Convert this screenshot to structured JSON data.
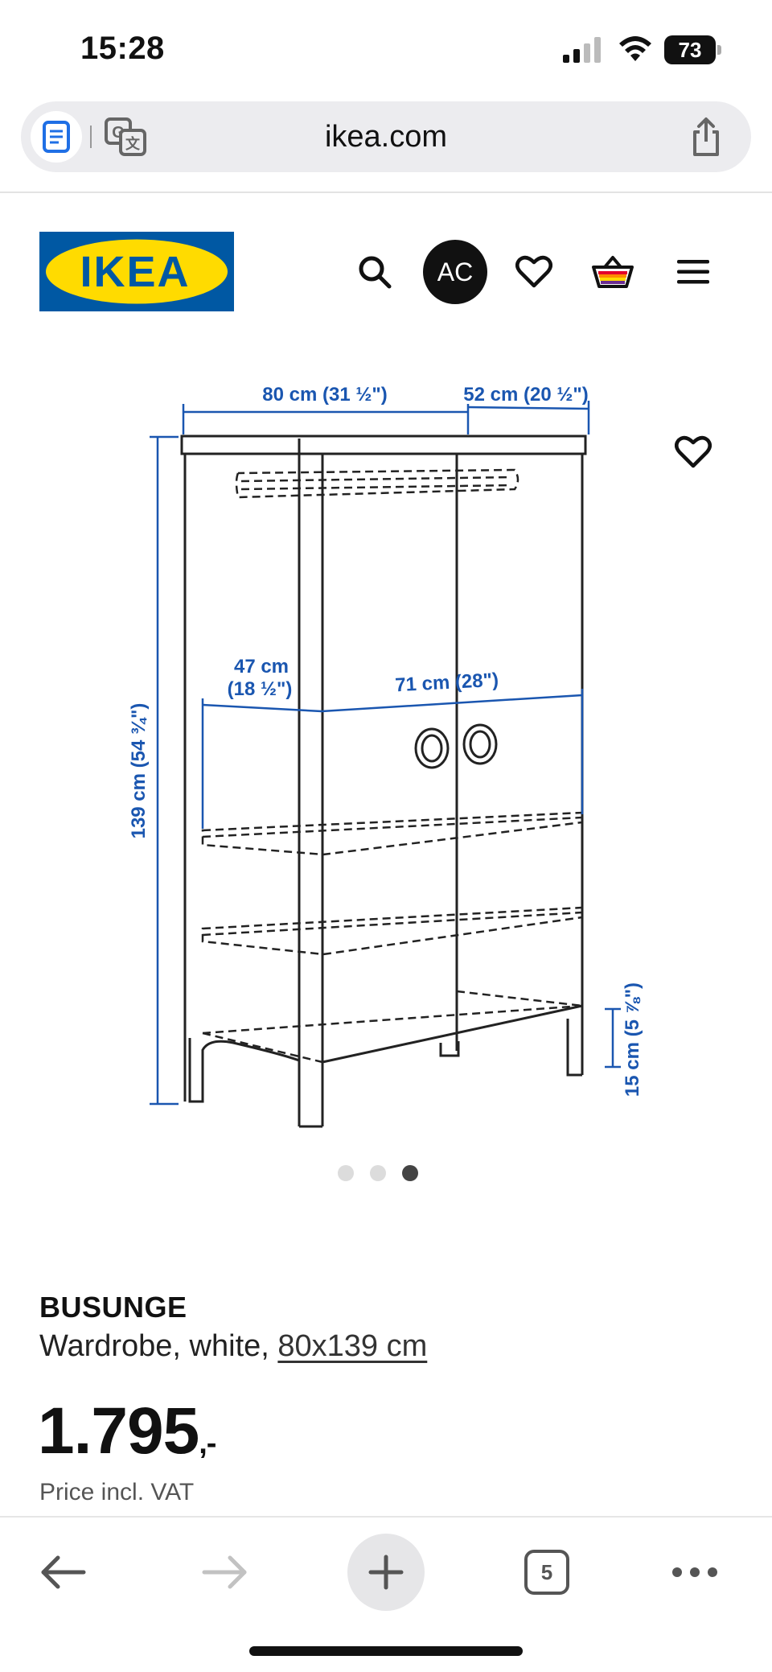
{
  "status_bar": {
    "time": "15:28",
    "battery_level": "73",
    "icons": [
      "signal-icon",
      "wifi-icon",
      "battery-icon"
    ]
  },
  "browser": {
    "url": "ikea.com",
    "icons": [
      "reader-mode-icon",
      "translate-icon",
      "share-icon"
    ]
  },
  "site_header": {
    "logo_text": "IKEA",
    "avatar_initials": "AC",
    "icons": [
      "search-icon",
      "heart-icon",
      "basket-icon",
      "menu-icon"
    ],
    "colors": {
      "logo_blue": "#0058a3",
      "logo_yellow": "#ffdb00"
    }
  },
  "product_image": {
    "dimensions": {
      "width": "80 cm (31 ½\")",
      "depth": "52 cm (20 ½\")",
      "height": "139 cm (54 ¾\")",
      "inner_depth_cm": "47 cm",
      "inner_depth_in": "(18 ½\")",
      "inner_width": "71 cm (28\")",
      "leg_height": "15 cm (5 ⅞\")"
    },
    "carousel": {
      "count": 3,
      "active_index": 2
    },
    "colors": {
      "dimension_blue": "#1a56b0"
    }
  },
  "product": {
    "name": "BUSUNGE",
    "description": "Wardrobe, white, ",
    "size": "80x139 cm",
    "price": "1.795",
    "price_suffix": ",-",
    "price_note": "Price incl. VAT"
  },
  "toolbar": {
    "tabs_count": "5",
    "icons": [
      "back-arrow-icon",
      "forward-arrow-icon",
      "plus-icon",
      "tabs-icon",
      "more-icon"
    ]
  }
}
